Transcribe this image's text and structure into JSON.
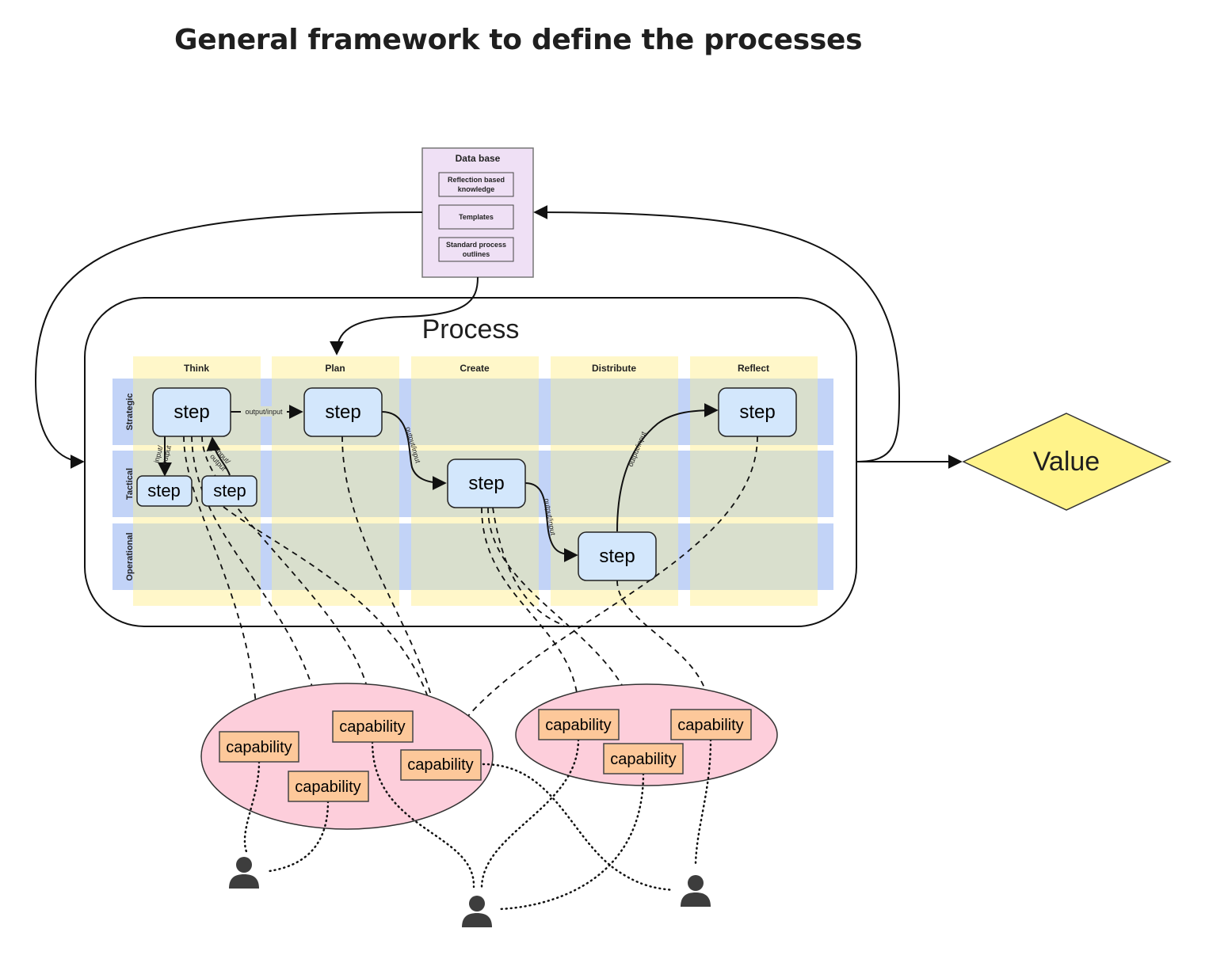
{
  "title": "General framework to define the processes",
  "database": {
    "title": "Data base",
    "items": [
      "Reflection based knowledge",
      "Templates",
      "Standard process outlines"
    ]
  },
  "process": {
    "title": "Process",
    "columns": [
      "Think",
      "Plan",
      "Create",
      "Distribute",
      "Reflect"
    ],
    "rows": [
      "Strategic",
      "Tactical",
      "Operational"
    ]
  },
  "step_label": "step",
  "flow_labels": {
    "think_to_plan": "output/input",
    "plan_to_create": "output/input",
    "create_to_distribute": "output/input",
    "distribute_to_reflect": "output/input",
    "strategic_to_tactical_down": "input/ output",
    "tactical_to_strategic_up": "input/ output"
  },
  "value_label": "Value",
  "capability_label": "capability",
  "colors": {
    "database_fill": "#efe0f5",
    "column_fill": "#fff7c9",
    "row_fill": "#c2d3f7",
    "cell_fill": "#d9dfcd",
    "step_fill": "#d3e7fc",
    "value_fill": "#fff38a",
    "capability_fill": "#fdc89a",
    "group_fill": "#fdcedb",
    "person": "#3d3d3d"
  },
  "icons": {
    "person": "person-icon"
  }
}
